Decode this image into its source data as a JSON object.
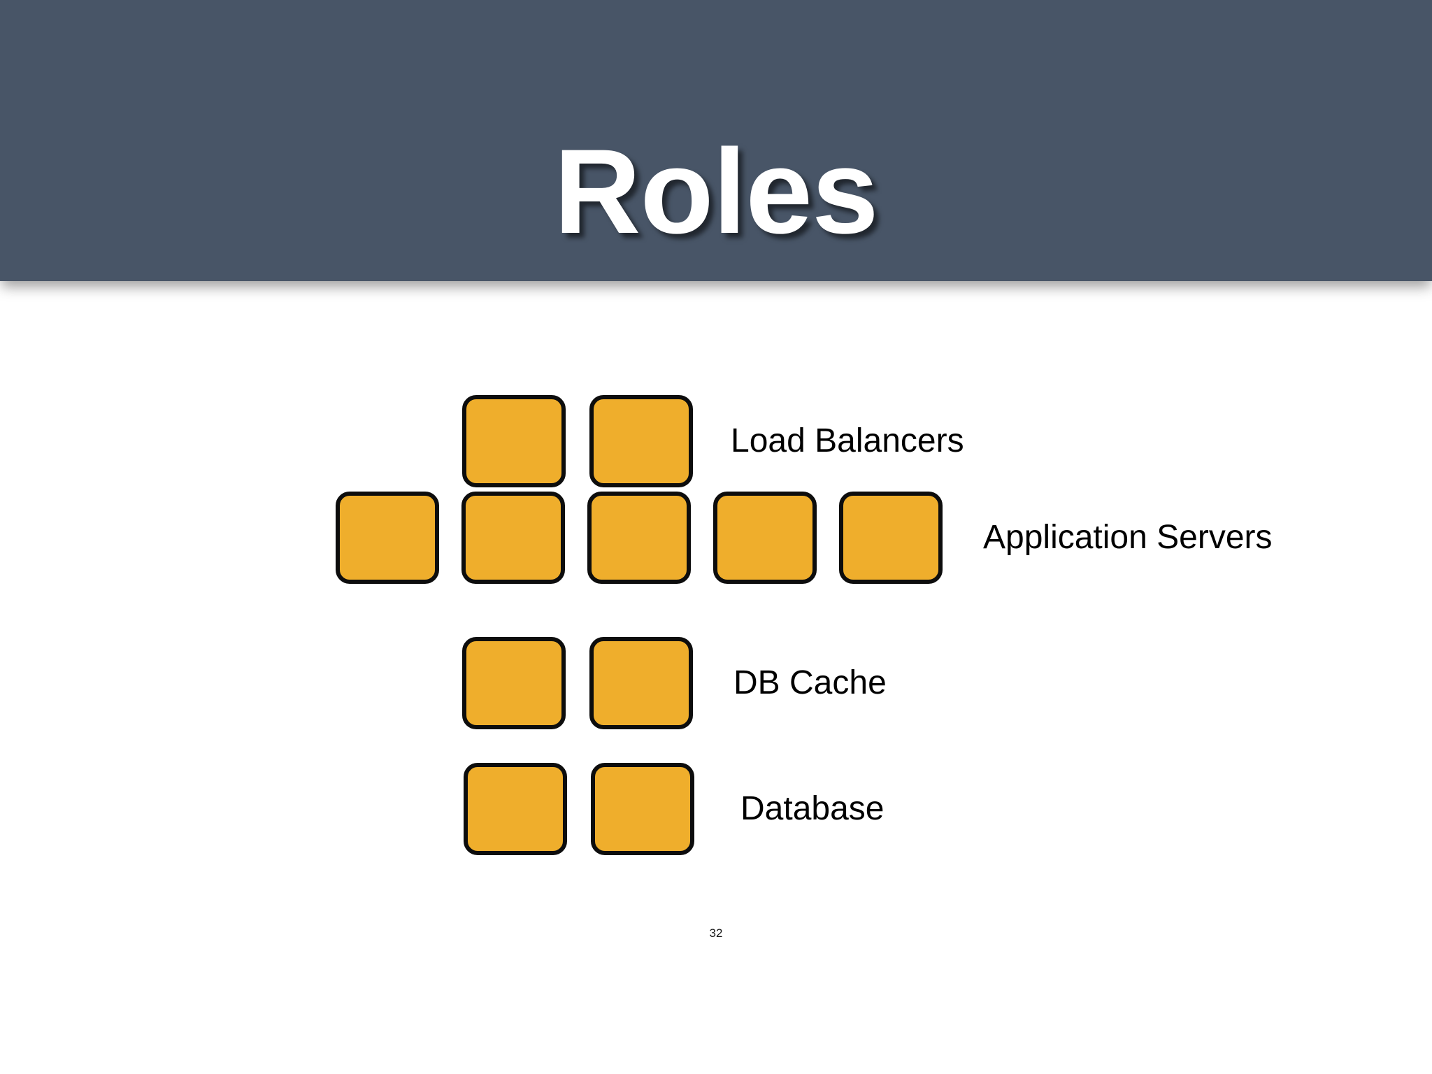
{
  "slide": {
    "title": "Roles",
    "page_number": "32",
    "colors": {
      "banner_background": "#485567",
      "title_text": "#ffffff",
      "slide_background": "#ffffff",
      "node_fill": "#efae2c",
      "node_border": "#0d0d0d",
      "label_text": "#000000"
    }
  },
  "diagram": {
    "type": "tier-stack",
    "rows": [
      {
        "label": "Load Balancers",
        "count": 2,
        "boxes": [
          "",
          ""
        ]
      },
      {
        "label": "Application Servers",
        "count": 5,
        "boxes": [
          "",
          "",
          "",
          "",
          ""
        ]
      },
      {
        "label": "DB Cache",
        "count": 2,
        "boxes": [
          "",
          ""
        ]
      },
      {
        "label": "Database",
        "count": 2,
        "boxes": [
          "",
          ""
        ]
      }
    ]
  }
}
